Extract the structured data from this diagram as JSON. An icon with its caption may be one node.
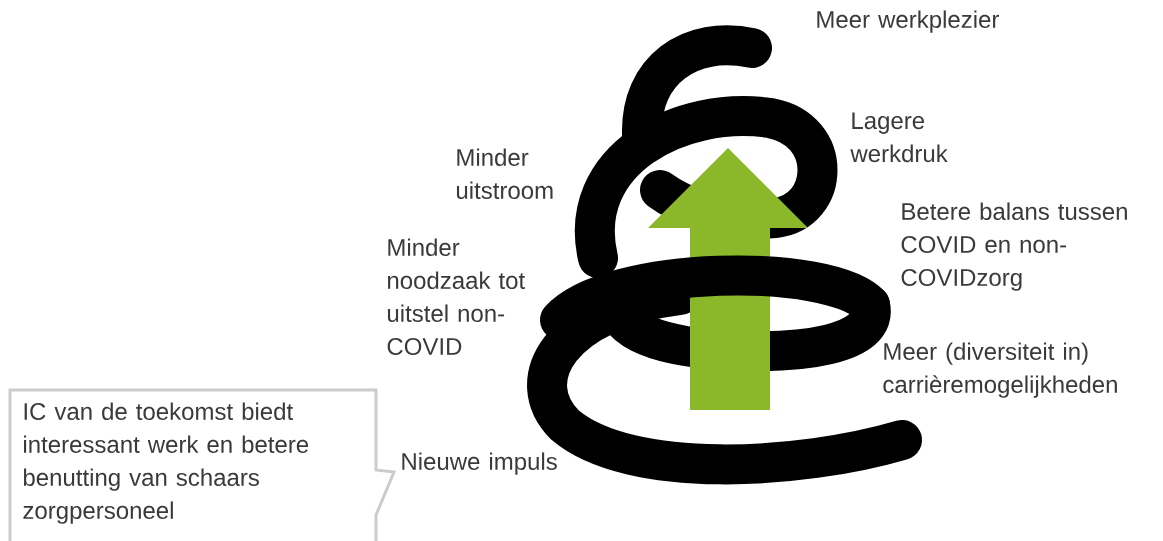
{
  "diagram": {
    "nodes": [
      {
        "text": [
          "IC van de toekomst biedt interessant werk en betere benutting van schaars zorgpersoneel"
        ]
      }
    ],
    "labels": [
      "Meer werkplezier",
      "Lagere werkdruk",
      "Minder uitstroom",
      "Betere balans tussen COVID en non-COVIDzorg",
      "Minder noodzaak tot uitstel non-COVID",
      "Meer (diversiteit in) carrièremogelijkheden",
      "Nieuwe impuls"
    ]
  }
}
